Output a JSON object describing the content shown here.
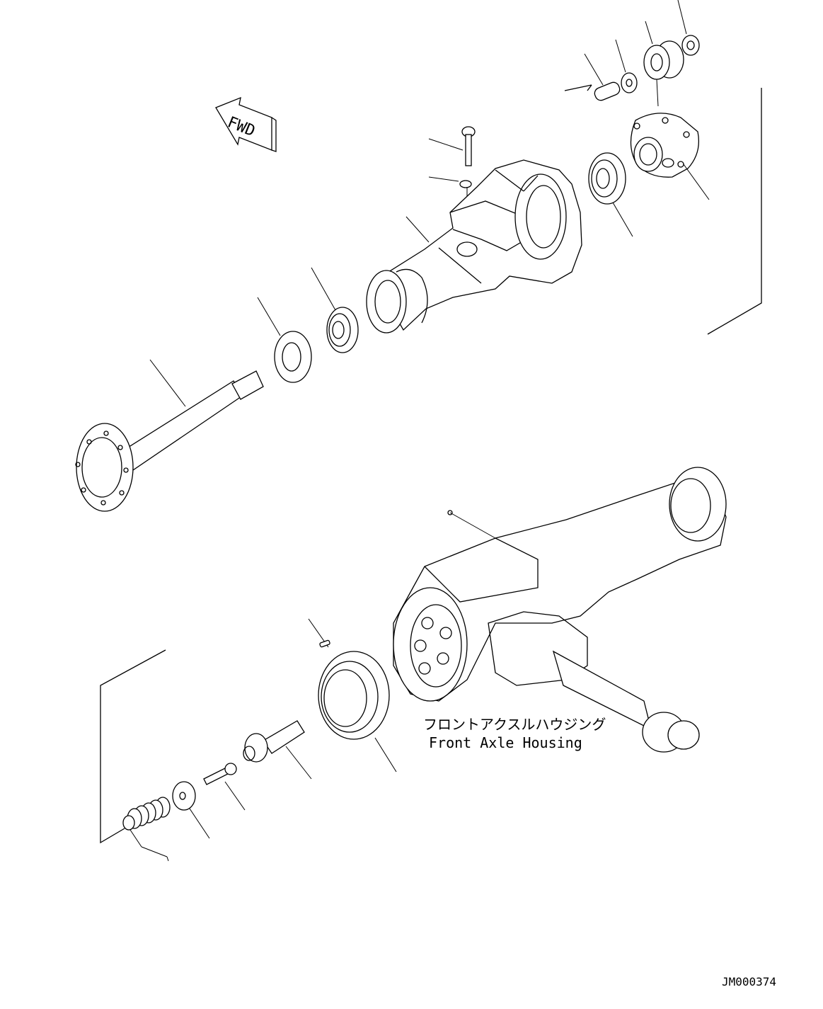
{
  "direction_arrow": {
    "text": "FWD"
  },
  "assembly_caption": {
    "jp": "フロントアクスルハウジング",
    "en": "Front Axle Housing"
  },
  "drawing_number": "JM000374"
}
